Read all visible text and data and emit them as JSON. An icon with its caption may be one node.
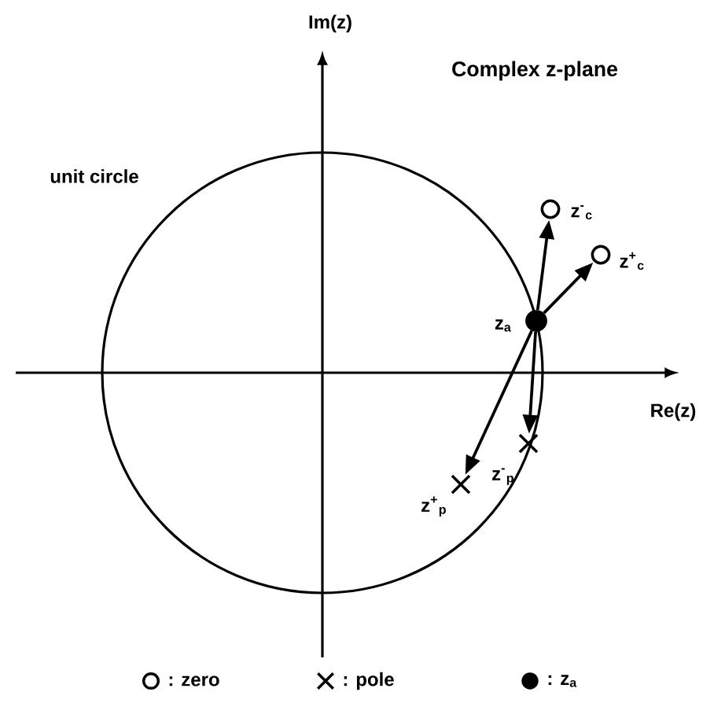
{
  "diagram": {
    "title": "Complex z-plane",
    "nodes": [
      {
        "text": [],
        "shape": "circle",
        "beside": [
          "z$_{a}$"
        ]
      },
      {
        "text": [],
        "shape": "circle",
        "beside": [
          "z$^{-}$$_{c}$"
        ]
      },
      {
        "text": [],
        "shape": "circle",
        "beside": [
          "z$^{+}$$_{c}$"
        ]
      },
      {
        "text": [],
        "shape": "cross",
        "beside": [
          "z$^{-}$$_{p}$"
        ]
      },
      {
        "text": [],
        "shape": "cross",
        "beside": [
          "z$^{+}$$_{p}$"
        ]
      }
    ],
    "edges": [
      {
        "from": 0,
        "to": 1,
        "arrow": "to"
      },
      {
        "from": 0,
        "to": 2,
        "arrow": "to"
      },
      {
        "from": 0,
        "to": 3,
        "arrow": "to"
      },
      {
        "from": 0,
        "to": 4,
        "arrow": "to"
      }
    ],
    "labels": [
      "Im(z)",
      "unit circle",
      "Re(z)"
    ],
    "legend": [
      {
        "text": ": zero"
      },
      {
        "text": ": pole"
      },
      {
        "text": ": z$_{a}$"
      }
    ]
  }
}
